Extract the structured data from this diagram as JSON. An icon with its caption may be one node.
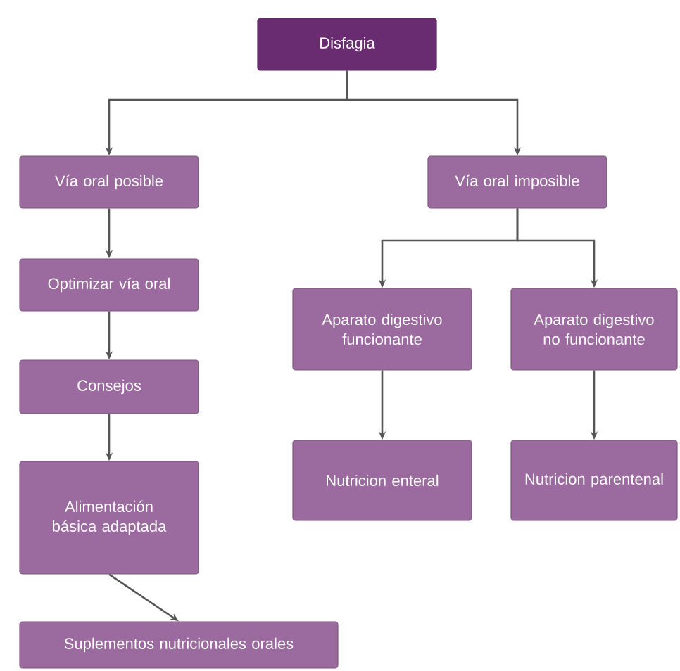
{
  "diagram": {
    "nodes": [
      {
        "text": [
          "Disfagia"
        ]
      },
      {
        "text": [
          "Vía oral posible"
        ]
      },
      {
        "text": [
          "Vía oral imposible"
        ]
      },
      {
        "text": [
          "Optimizar vía oral"
        ]
      },
      {
        "text": [
          "Consejos"
        ]
      },
      {
        "text": [
          "Alimentación básica adaptada"
        ]
      },
      {
        "text": [
          "Suplementos nutricionales orales"
        ]
      },
      {
        "text": [
          "Aparato digestivo funcionante"
        ]
      },
      {
        "text": [
          "Aparato digestivo no funcionante"
        ]
      },
      {
        "text": [
          "Nutricion enteral"
        ]
      },
      {
        "text": [
          "Nutricion parentenal"
        ]
      }
    ],
    "edges": [
      {
        "from": 0,
        "to": 1,
        "arrow": "to"
      },
      {
        "from": 0,
        "to": 2,
        "arrow": "to"
      },
      {
        "from": 1,
        "to": 3,
        "arrow": "to"
      },
      {
        "from": 3,
        "to": 4,
        "arrow": "to"
      },
      {
        "from": 4,
        "to": 5,
        "arrow": "to"
      },
      {
        "from": 5,
        "to": 6,
        "arrow": "to"
      },
      {
        "from": 2,
        "to": 7,
        "arrow": "to"
      },
      {
        "from": 2,
        "to": 8,
        "arrow": "to"
      },
      {
        "from": 7,
        "to": 9,
        "arrow": "to"
      },
      {
        "from": 8,
        "to": 10,
        "arrow": "to"
      }
    ]
  }
}
